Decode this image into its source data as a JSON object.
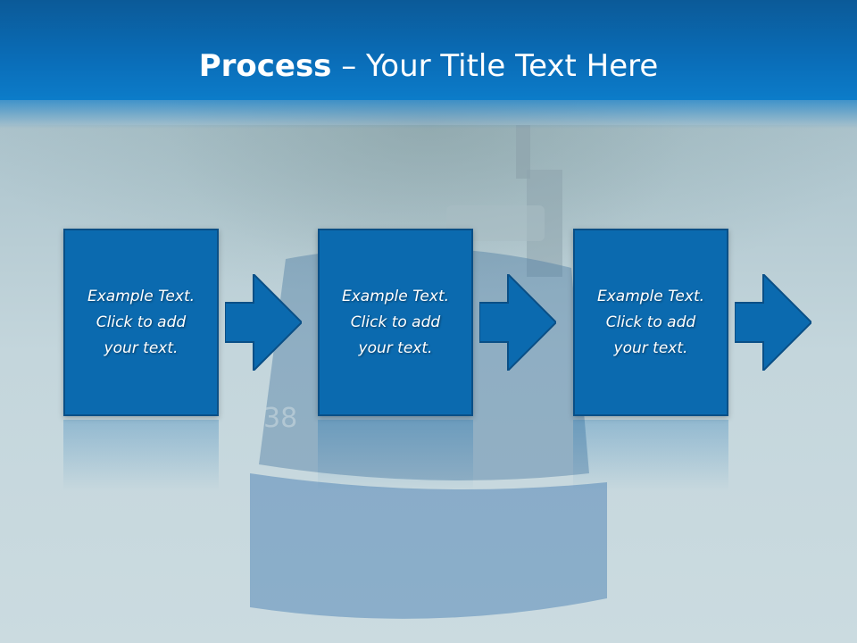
{
  "slide": {
    "title_bold": "Process",
    "title_rest": " – Your Title Text Here"
  },
  "steps": [
    {
      "line1": "Example Text.",
      "line2": "Click  to add",
      "line3": "your text."
    },
    {
      "line1": "Example Text.",
      "line2": "Click  to add",
      "line3": "your text."
    },
    {
      "line1": "Example Text.",
      "line2": "Click  to add",
      "line3": "your text."
    }
  ],
  "colors": {
    "title_bar": "#0a6db8",
    "box_fill": "#0b6aaf",
    "box_border": "#0a4f86",
    "text": "#ffffff"
  },
  "icons": [
    "right-arrow-icon",
    "right-arrow-icon",
    "right-arrow-icon"
  ]
}
